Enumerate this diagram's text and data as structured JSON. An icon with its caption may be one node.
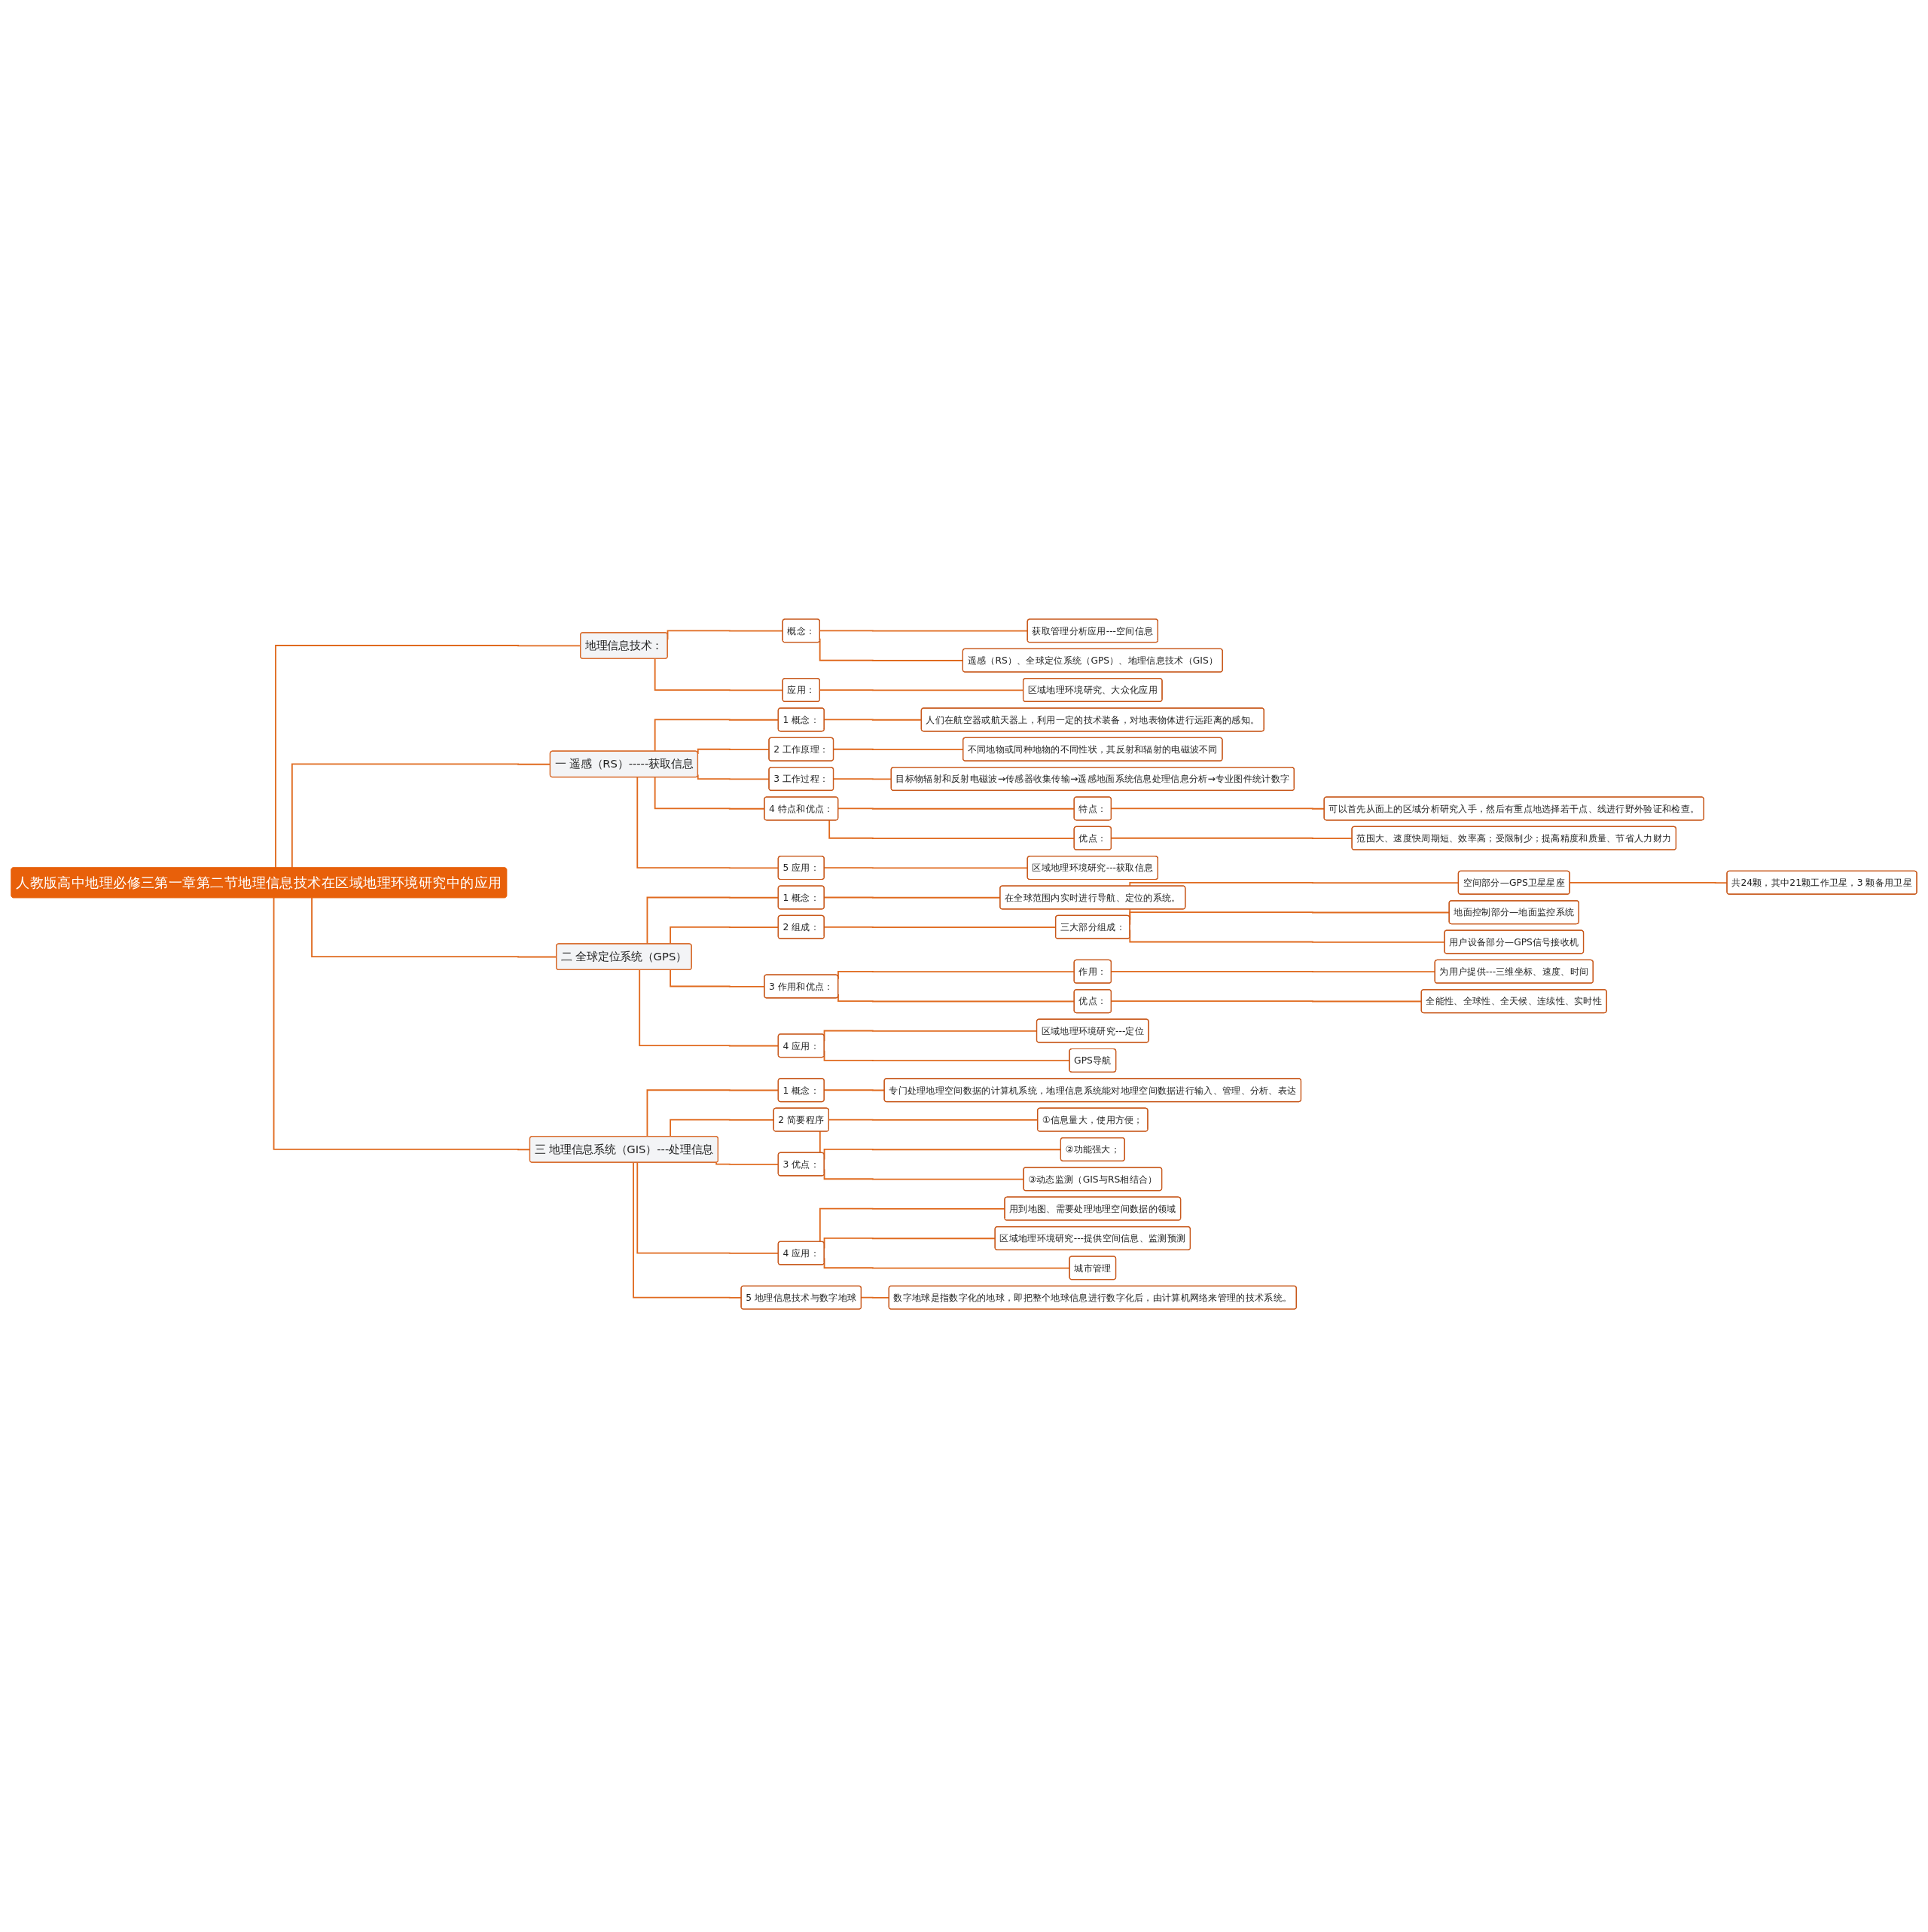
{
  "diagram": {
    "nodes": [
      {
        "text": [
          "人教版高中地理必修三第一章第二节地理信息技术在区域地理环境研究中的应用"
        ]
      },
      {
        "text": [
          "地理信息技术："
        ]
      },
      {
        "text": [
          "概念："
        ]
      },
      {
        "text": [
          "获取管理分析应用---空间信息"
        ]
      },
      {
        "text": [
          "遥感（RS）、全球定位系统（GPS）、地理信息技术（GIS）"
        ]
      },
      {
        "text": [
          "应用："
        ]
      },
      {
        "text": [
          "区域地理环境研究、大众化应用"
        ]
      },
      {
        "text": [
          "一 遥感（RS）-----获取信息"
        ]
      },
      {
        "text": [
          "1 概念："
        ]
      },
      {
        "text": [
          "人们在航空器或航天器上，利用一定的技术装备，对地表物体进行远距离的感知。"
        ]
      },
      {
        "text": [
          "2 工作原理："
        ]
      },
      {
        "text": [
          "不同地物或同种地物的不同性状，其反射和辐射的电磁波不同"
        ]
      },
      {
        "text": [
          "3 工作过程："
        ]
      },
      {
        "text": [
          "目标物辐射和反射电磁波→传感器收集传输→遥感地面系统信息处理信息分析→专业图件统计数字"
        ]
      },
      {
        "text": [
          "4 特点和优点："
        ]
      },
      {
        "text": [
          "特点："
        ]
      },
      {
        "text": [
          "可以首先从面上的区域分析研究入手，然后有重点地选择若干点、线进行野外验证和检查。"
        ]
      },
      {
        "text": [
          "优点："
        ]
      },
      {
        "text": [
          "范围大、速度快周期短、效率高；受限制少；提高精度和质量、节省人力财力"
        ]
      },
      {
        "text": [
          "5 应用："
        ]
      },
      {
        "text": [
          "区域地理环境研究---获取信息"
        ]
      },
      {
        "text": [
          "二 全球定位系统（GPS）"
        ]
      },
      {
        "text": [
          "1 概念："
        ]
      },
      {
        "text": [
          "在全球范围内实时进行导航、定位的系统。"
        ]
      },
      {
        "text": [
          "2 组成："
        ]
      },
      {
        "text": [
          "三大部分组成："
        ]
      },
      {
        "text": [
          "空间部分—GPS卫星星座"
        ]
      },
      {
        "text": [
          "共24颗，其中21颗工作卫星，3 颗备用卫星"
        ]
      },
      {
        "text": [
          "地面控制部分—地面监控系统"
        ]
      },
      {
        "text": [
          "用户设备部分—GPS信号接收机"
        ]
      },
      {
        "text": [
          "3 作用和优点："
        ]
      },
      {
        "text": [
          "作用："
        ]
      },
      {
        "text": [
          "为用户提供---三维坐标、速度、时间"
        ]
      },
      {
        "text": [
          "优点："
        ]
      },
      {
        "text": [
          "全能性、全球性、全天候、连续性、实时性"
        ]
      },
      {
        "text": [
          "4 应用："
        ]
      },
      {
        "text": [
          "区域地理环境研究---定位"
        ]
      },
      {
        "text": [
          "GPS导航"
        ]
      },
      {
        "text": [
          "三 地理信息系统（GIS）---处理信息"
        ]
      },
      {
        "text": [
          "1 概念："
        ]
      },
      {
        "text": [
          "专门处理地理空间数据的计算机系统，地理信息系统能对地理空间数据进行输入、管理、分析、表达"
        ]
      },
      {
        "text": [
          "2 简要程序"
        ]
      },
      {
        "text": [
          "3 优点："
        ]
      },
      {
        "text": [
          "①信息量大，使用方便；"
        ]
      },
      {
        "text": [
          "②功能强大；"
        ]
      },
      {
        "text": [
          "③动态监测（GIS与RS相结合）"
        ]
      },
      {
        "text": [
          "4 应用："
        ]
      },
      {
        "text": [
          "用到地图、需要处理地理空间数据的领域"
        ]
      },
      {
        "text": [
          "区域地理环境研究---提供空间信息、监测预测"
        ]
      },
      {
        "text": [
          "城市管理"
        ]
      },
      {
        "text": [
          "5 地理信息技术与数字地球"
        ]
      },
      {
        "text": [
          "数字地球是指数字化的地球，即把整个地球信息进行数字化后，由计算机网络来管理的技术系统。"
        ]
      }
    ],
    "edges": [
      {
        "from": 0,
        "to": 1,
        "arrow": "none"
      },
      {
        "from": 1,
        "to": 2,
        "arrow": "none"
      },
      {
        "from": 2,
        "to": 3,
        "arrow": "none"
      },
      {
        "from": 2,
        "to": 4,
        "arrow": "none"
      },
      {
        "from": 1,
        "to": 5,
        "arrow": "none"
      },
      {
        "from": 5,
        "to": 6,
        "arrow": "none"
      },
      {
        "from": 0,
        "to": 7,
        "arrow": "none"
      },
      {
        "from": 7,
        "to": 8,
        "arrow": "none"
      },
      {
        "from": 8,
        "to": 9,
        "arrow": "none"
      },
      {
        "from": 7,
        "to": 10,
        "arrow": "none"
      },
      {
        "from": 10,
        "to": 11,
        "arrow": "none"
      },
      {
        "from": 7,
        "to": 12,
        "arrow": "none"
      },
      {
        "from": 12,
        "to": 13,
        "arrow": "none"
      },
      {
        "from": 7,
        "to": 14,
        "arrow": "none"
      },
      {
        "from": 14,
        "to": 15,
        "arrow": "none"
      },
      {
        "from": 15,
        "to": 16,
        "arrow": "none"
      },
      {
        "from": 14,
        "to": 17,
        "arrow": "none"
      },
      {
        "from": 17,
        "to": 18,
        "arrow": "none"
      },
      {
        "from": 7,
        "to": 19,
        "arrow": "none"
      },
      {
        "from": 19,
        "to": 20,
        "arrow": "none"
      },
      {
        "from": 0,
        "to": 21,
        "arrow": "none"
      },
      {
        "from": 21,
        "to": 22,
        "arrow": "none"
      },
      {
        "from": 22,
        "to": 23,
        "arrow": "none"
      },
      {
        "from": 21,
        "to": 24,
        "arrow": "none"
      },
      {
        "from": 24,
        "to": 25,
        "arrow": "none"
      },
      {
        "from": 25,
        "to": 26,
        "arrow": "none"
      },
      {
        "from": 26,
        "to": 27,
        "arrow": "none"
      },
      {
        "from": 25,
        "to": 28,
        "arrow": "none"
      },
      {
        "from": 25,
        "to": 29,
        "arrow": "none"
      },
      {
        "from": 21,
        "to": 30,
        "arrow": "none"
      },
      {
        "from": 30,
        "to": 31,
        "arrow": "none"
      },
      {
        "from": 31,
        "to": 32,
        "arrow": "none"
      },
      {
        "from": 30,
        "to": 33,
        "arrow": "none"
      },
      {
        "from": 33,
        "to": 34,
        "arrow": "none"
      },
      {
        "from": 21,
        "to": 35,
        "arrow": "none"
      },
      {
        "from": 35,
        "to": 36,
        "arrow": "none"
      },
      {
        "from": 35,
        "to": 37,
        "arrow": "none"
      },
      {
        "from": 0,
        "to": 38,
        "arrow": "none"
      },
      {
        "from": 38,
        "to": 39,
        "arrow": "none"
      },
      {
        "from": 39,
        "to": 40,
        "arrow": "none"
      },
      {
        "from": 38,
        "to": 41,
        "arrow": "none"
      },
      {
        "from": 38,
        "to": 42,
        "arrow": "none"
      },
      {
        "from": 42,
        "to": 43,
        "arrow": "none"
      },
      {
        "from": 42,
        "to": 44,
        "arrow": "none"
      },
      {
        "from": 42,
        "to": 45,
        "arrow": "none"
      },
      {
        "from": 38,
        "to": 46,
        "arrow": "none"
      },
      {
        "from": 46,
        "to": 47,
        "arrow": "none"
      },
      {
        "from": 46,
        "to": 48,
        "arrow": "none"
      },
      {
        "from": 46,
        "to": 49,
        "arrow": "none"
      },
      {
        "from": 38,
        "to": 50,
        "arrow": "none"
      },
      {
        "from": 50,
        "to": 51,
        "arrow": "none"
      }
    ]
  }
}
